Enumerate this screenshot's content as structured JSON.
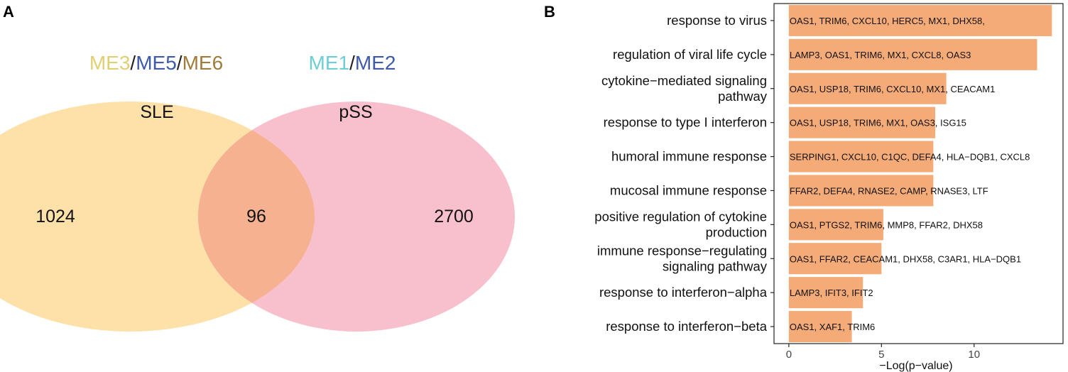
{
  "panel_a": {
    "label": "A",
    "header_left": [
      {
        "text": "ME3",
        "color": "#e0d074"
      },
      {
        "text": "/",
        "color": "#222222"
      },
      {
        "text": "ME5",
        "color": "#3f5aa6"
      },
      {
        "text": "/",
        "color": "#222222"
      },
      {
        "text": "ME6",
        "color": "#a07c3c"
      }
    ],
    "header_right": [
      {
        "text": "ME1",
        "color": "#6dcfd6"
      },
      {
        "text": "/",
        "color": "#222222"
      },
      {
        "text": "ME2",
        "color": "#3f5aa6"
      }
    ],
    "set_left": {
      "name": "SLE",
      "color": "#fde1a8"
    },
    "set_right": {
      "name": "pSS",
      "color": "#f8c0cc"
    },
    "overlap_color": "#f6b290",
    "only_left": "1024",
    "overlap": "96",
    "only_right": "2700"
  },
  "panel_b": {
    "label": "B",
    "bar_color": "#f5ab78"
  },
  "chart_data": {
    "type": "bar",
    "orientation": "horizontal",
    "categories": [
      [
        "response to virus"
      ],
      [
        "regulation of viral life cycle"
      ],
      [
        "cytokine−mediated signaling",
        "pathway"
      ],
      [
        "response to type I interferon"
      ],
      [
        "humoral immune response"
      ],
      [
        "mucosal immune response"
      ],
      [
        "positive regulation of cytokine",
        "production"
      ],
      [
        "immune response−regulating",
        "signaling pathway"
      ],
      [
        "response to interferon−alpha"
      ],
      [
        "response to interferon−beta"
      ]
    ],
    "values": [
      14.2,
      13.4,
      8.5,
      7.9,
      7.8,
      7.8,
      5.1,
      5.0,
      4.0,
      3.4
    ],
    "bar_labels": [
      "OAS1, TRIM6, CXCL10, HERC5, MX1, DHX58,",
      "LAMP3, OAS1, TRIM6, MX1, CXCL8, OAS3",
      "OAS1, USP18, TRIM6, CXCL10, MX1, CEACAM1",
      "OAS1, USP18, TRIM6, MX1, OAS3, ISG15",
      "SERPING1, CXCL10, C1QC, DEFA4, HLA−DQB1, CXCL8",
      "FFAR2, DEFA4, RNASE2, CAMP, RNASE3, LTF",
      "OAS1, PTGS2, TRIM6, MMP8, FFAR2, DHX58",
      "OAS1, FFAR2, CEACAM1, DHX58, C3AR1, HLA−DQB1",
      "LAMP3, IFIT3, IFIT2",
      "OAS1, XAF1, TRIM6"
    ],
    "xlabel": "−Log(p−value)",
    "xlim": [
      -0.8,
      14.8
    ],
    "xticks": [
      0,
      5,
      10
    ],
    "xtick_labels": [
      "0",
      "5",
      "10"
    ]
  }
}
